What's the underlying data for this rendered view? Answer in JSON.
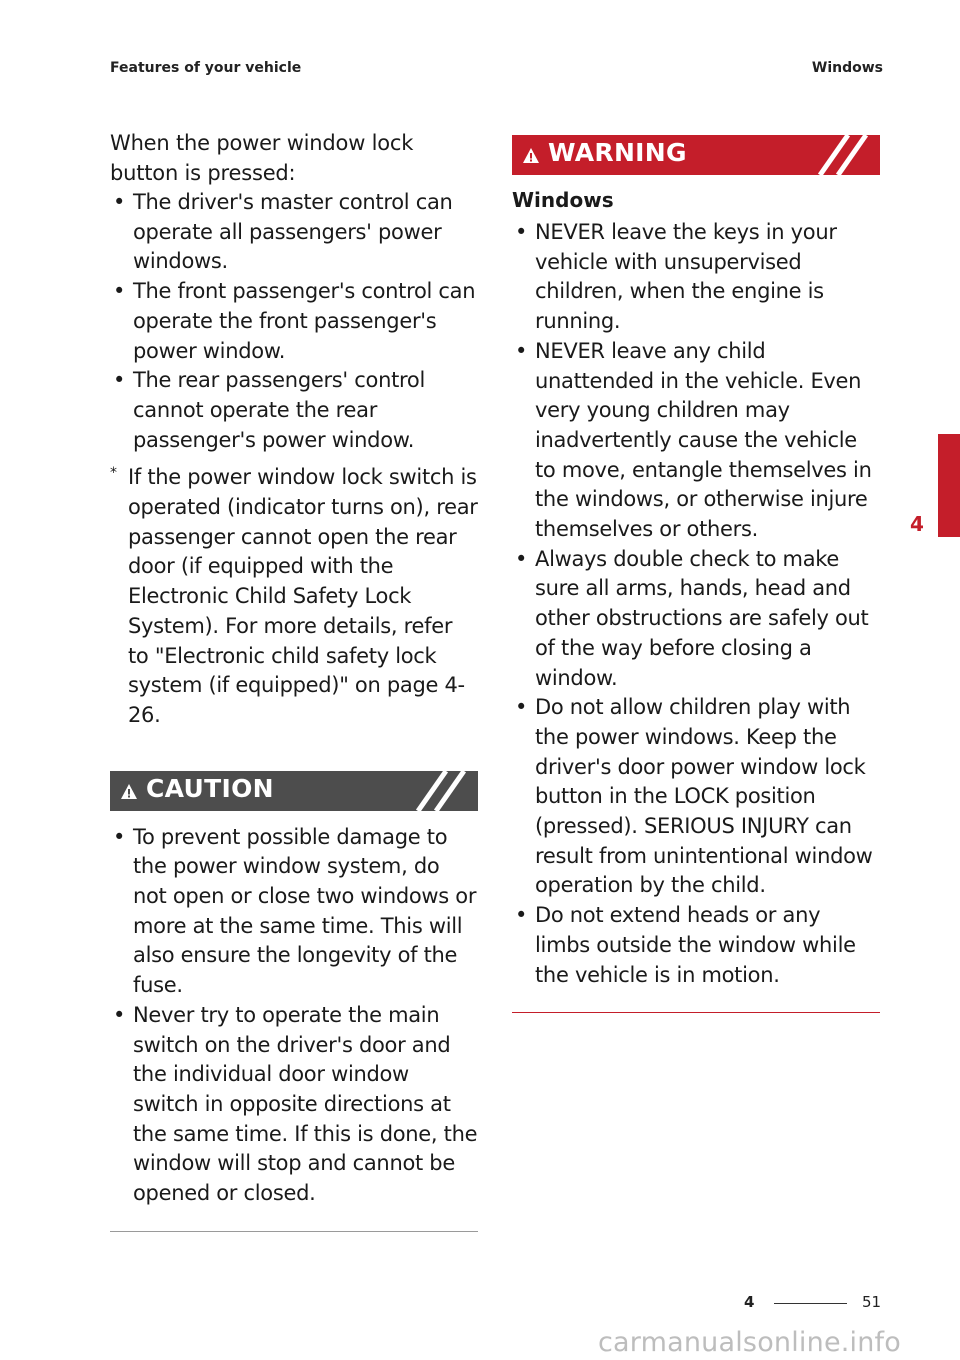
{
  "header": {
    "section": "Features of your vehicle",
    "topic": "Windows"
  },
  "left": {
    "intro": "When the power window lock button is pressed:",
    "bullets": [
      "The driver's master control can operate all passengers' power windows.",
      "The front passenger's control can operate the front passenger's power window.",
      "The rear passengers' control cannot operate the rear passenger's power window."
    ],
    "note_mark": "*",
    "note": "If the power window lock switch is operated (indicator turns on), rear passenger cannot open the rear door (if equipped with the Electronic Child Safety Lock System). For more details, refer to \"Electronic child safety lock system (if equipped)\" on page 4-26.",
    "caution_label": "CAUTION",
    "caution_bullets": [
      "To prevent possible damage to the power window system, do not open or close two windows or more at the same time. This will also ensure the longevity of the fuse.",
      "Never try to operate the main switch on the driver's door and the individual door window switch in opposite directions at the same time. If this is done, the window will stop and cannot be opened or closed."
    ]
  },
  "right": {
    "warning_label": "WARNING",
    "warning_subhead": "Windows",
    "warning_bullets": [
      "NEVER leave the keys in your vehicle with unsupervised children, when the engine is running.",
      "NEVER leave any child unattended in the vehicle. Even very young children may inadvertently cause the vehicle to move, entangle themselves in the windows, or otherwise injure themselves or others.",
      "Always double check to make sure all arms, hands, head and other obstructions are safely out of the way before closing a window.",
      "Do not allow children play with the power windows. Keep the driver's door power window lock button in the LOCK position (pressed). SERIOUS INJURY can result from unintentional window operation by the child.",
      "Do not extend heads or any limbs outside the window while the vehicle is in motion."
    ]
  },
  "side_tab": "4",
  "footer": {
    "chapter": "4",
    "page": "51"
  },
  "watermark": "carmanualsonline.info",
  "colors": {
    "warning_red": "#c41e2a",
    "caution_grey": "#4d4d4d"
  },
  "icons": {
    "alert": "warning-triangle-icon",
    "banner_deco": "diagonal-stripes-icon"
  }
}
